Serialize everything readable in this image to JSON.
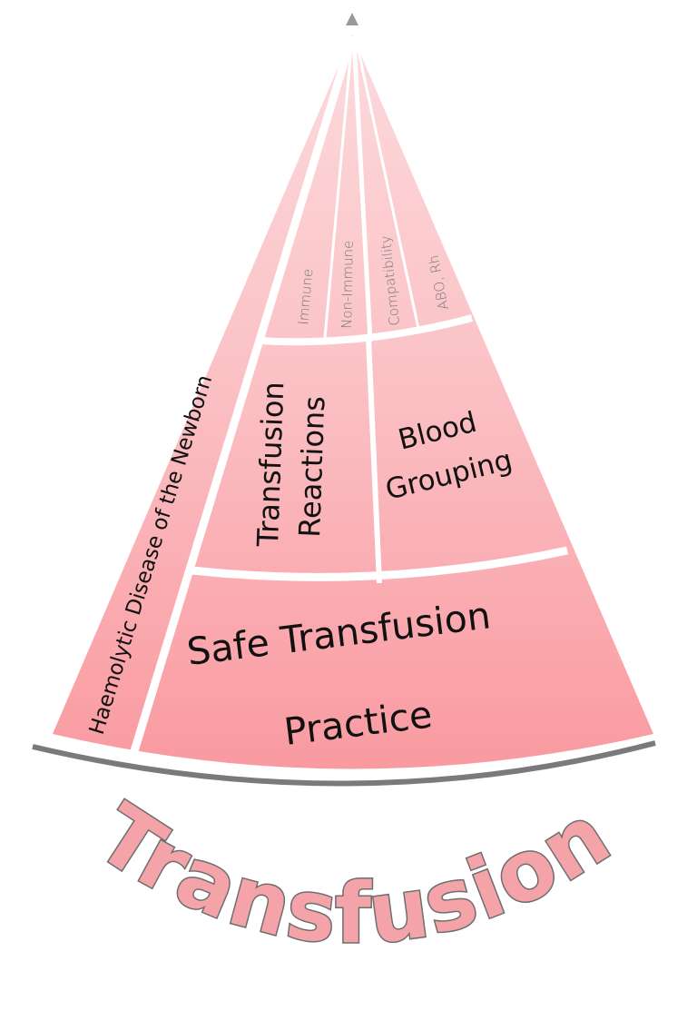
{
  "diagram": {
    "type": "cone-hierarchy",
    "title": "Transfusion",
    "colors": {
      "segment_fill_top": "#f9c9cc",
      "segment_fill_bottom": "#f99da2",
      "divider": "#ffffff",
      "base_arc": "#7a7a7a",
      "apex_tip": "#9a9a9a",
      "title_fill": "#f4a3a8",
      "title_outline": "#6e6e6e",
      "label_text": "#111111",
      "sub_label_text": "#777777"
    },
    "segments": {
      "hdn": "Haemolytic Disease of the Newborn",
      "foundation": {
        "line1": "Safe Transfusion",
        "line2": "Practice"
      },
      "reactions": {
        "line1": "Transfusion",
        "line2": "Reactions"
      },
      "grouping": {
        "line1": "Blood",
        "line2": "Grouping"
      },
      "sub": {
        "immune": "Immune",
        "non_immune": "Non-Immune",
        "compatibility": "Compatibility",
        "abo_rh": "ABO, Rh"
      }
    }
  }
}
